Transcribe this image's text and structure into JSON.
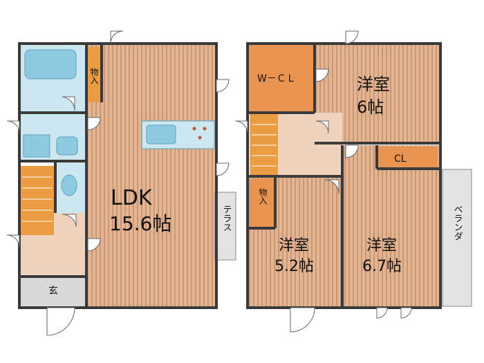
{
  "colors": {
    "wall": "#3a3a3a",
    "floor_wood": "#e3b592",
    "floor_stripe": "#c99776",
    "wet_area": "#cde7f1",
    "fixture_blue": "#8ecbe0",
    "tile_pink": "#efd3bf",
    "closet_orange": "#e99350",
    "stair": "#ea9c43",
    "entry_grey": "#d9d9d9",
    "terrace": "#e3e3e3"
  },
  "floor1": {
    "ldk": {
      "label": "LDK",
      "size": "15.6帖"
    },
    "storage": "物入",
    "entrance": "玄",
    "terrace": "テラス"
  },
  "floor2": {
    "wcl": "W－ＣＬ",
    "room_a": {
      "label": "洋室",
      "size": "6帖"
    },
    "storage": "物入",
    "room_b": {
      "label": "洋室",
      "size": "5.2帖"
    },
    "cl": "CL",
    "room_c": {
      "label": "洋室",
      "size": "6.7帖"
    },
    "balcony": "ベランダ"
  }
}
